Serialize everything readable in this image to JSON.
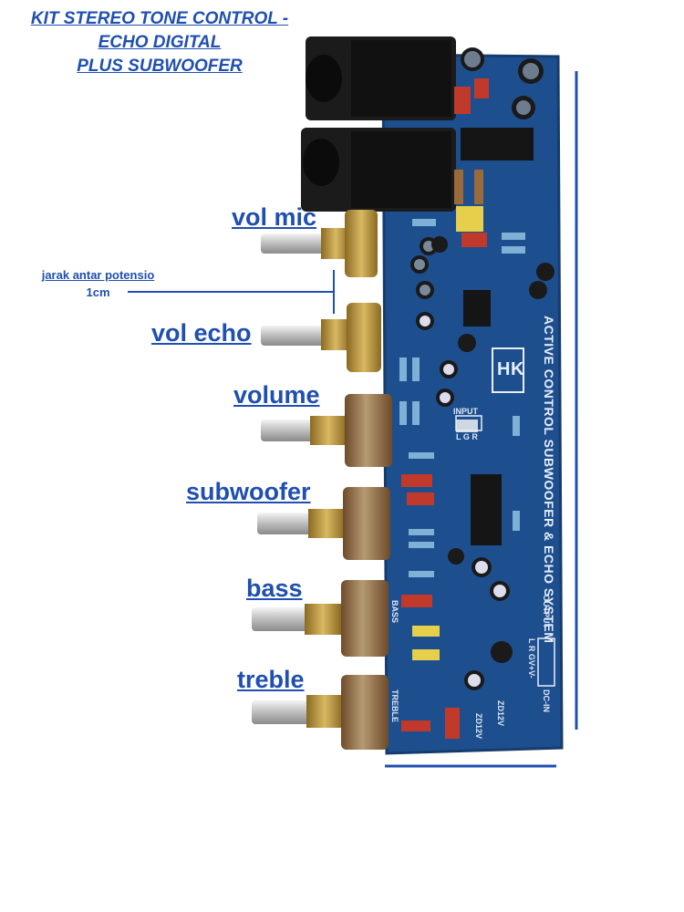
{
  "title": {
    "line1": "KIT STEREO TONE CONTROL -",
    "line2": "ECHO DIGITAL",
    "line3": "PLUS SUBWOOFER"
  },
  "labels": {
    "vol_mic": "vol mic",
    "vol_echo": "vol echo",
    "volume": "volume",
    "subwoofer": "subwoofer",
    "bass": "bass",
    "treble": "treble"
  },
  "spacing_note": {
    "line1": "jarak antar potensio",
    "line2": "1cm"
  },
  "pcb": {
    "silkscreen_title": "ACTIVE CONTROL SUBWOOFER & ECHO SYSTEM",
    "logo": "HK",
    "input_label": "INPUT",
    "input_pins": "L G R",
    "output_label": "OUTPUT",
    "output_pins": "L R GV+V-",
    "dcin_label": "DC-IN",
    "zener_1": "ZD12V",
    "zener_2": "ZD12V",
    "bass_mark": "BASS",
    "treble_mark": "TREBLE"
  },
  "colors": {
    "accent": "#1f4fb0",
    "pcb": "#1d4f8e",
    "pot_brass": "#b8953e",
    "knob_shaft": "#c9c9c9"
  }
}
